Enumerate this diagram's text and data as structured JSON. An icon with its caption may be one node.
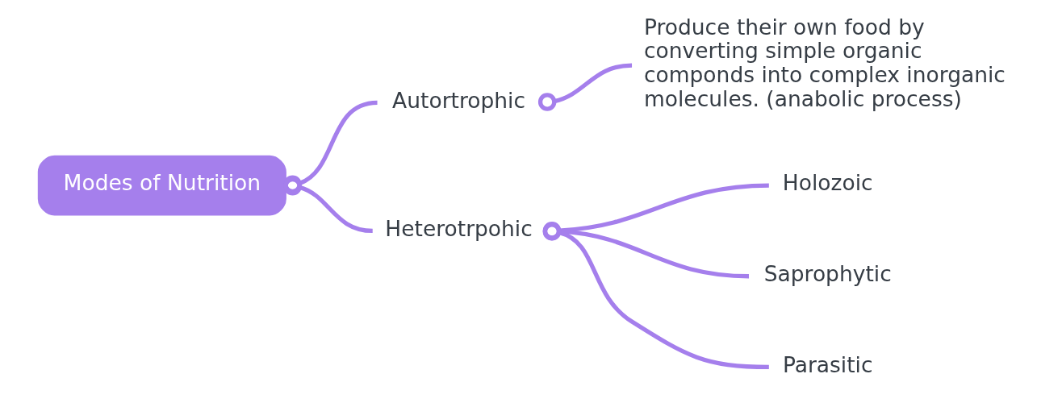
{
  "diagram": {
    "nodes": [
      {
        "text": [
          "Modes of Nutrition"
        ]
      },
      {
        "text": [
          "Autortrophic"
        ]
      },
      {
        "text": [
          "Produce their own food by converting simple organic componds into complex inorganic molecules. (anabolic process)"
        ]
      },
      {
        "text": [
          "Heterotrpohic"
        ]
      },
      {
        "text": [
          "Holozoic"
        ]
      },
      {
        "text": [
          "Saprophytic"
        ]
      },
      {
        "text": [
          "Parasitic"
        ]
      }
    ],
    "edges": [
      {
        "from": 0,
        "to": 1,
        "arrow": "other"
      },
      {
        "from": 0,
        "to": 3,
        "arrow": "other"
      },
      {
        "from": 1,
        "to": 2,
        "arrow": "other"
      },
      {
        "from": 3,
        "to": 4,
        "arrow": "other"
      },
      {
        "from": 3,
        "to": 5,
        "arrow": "other"
      },
      {
        "from": 3,
        "to": 6,
        "arrow": "other"
      }
    ]
  }
}
